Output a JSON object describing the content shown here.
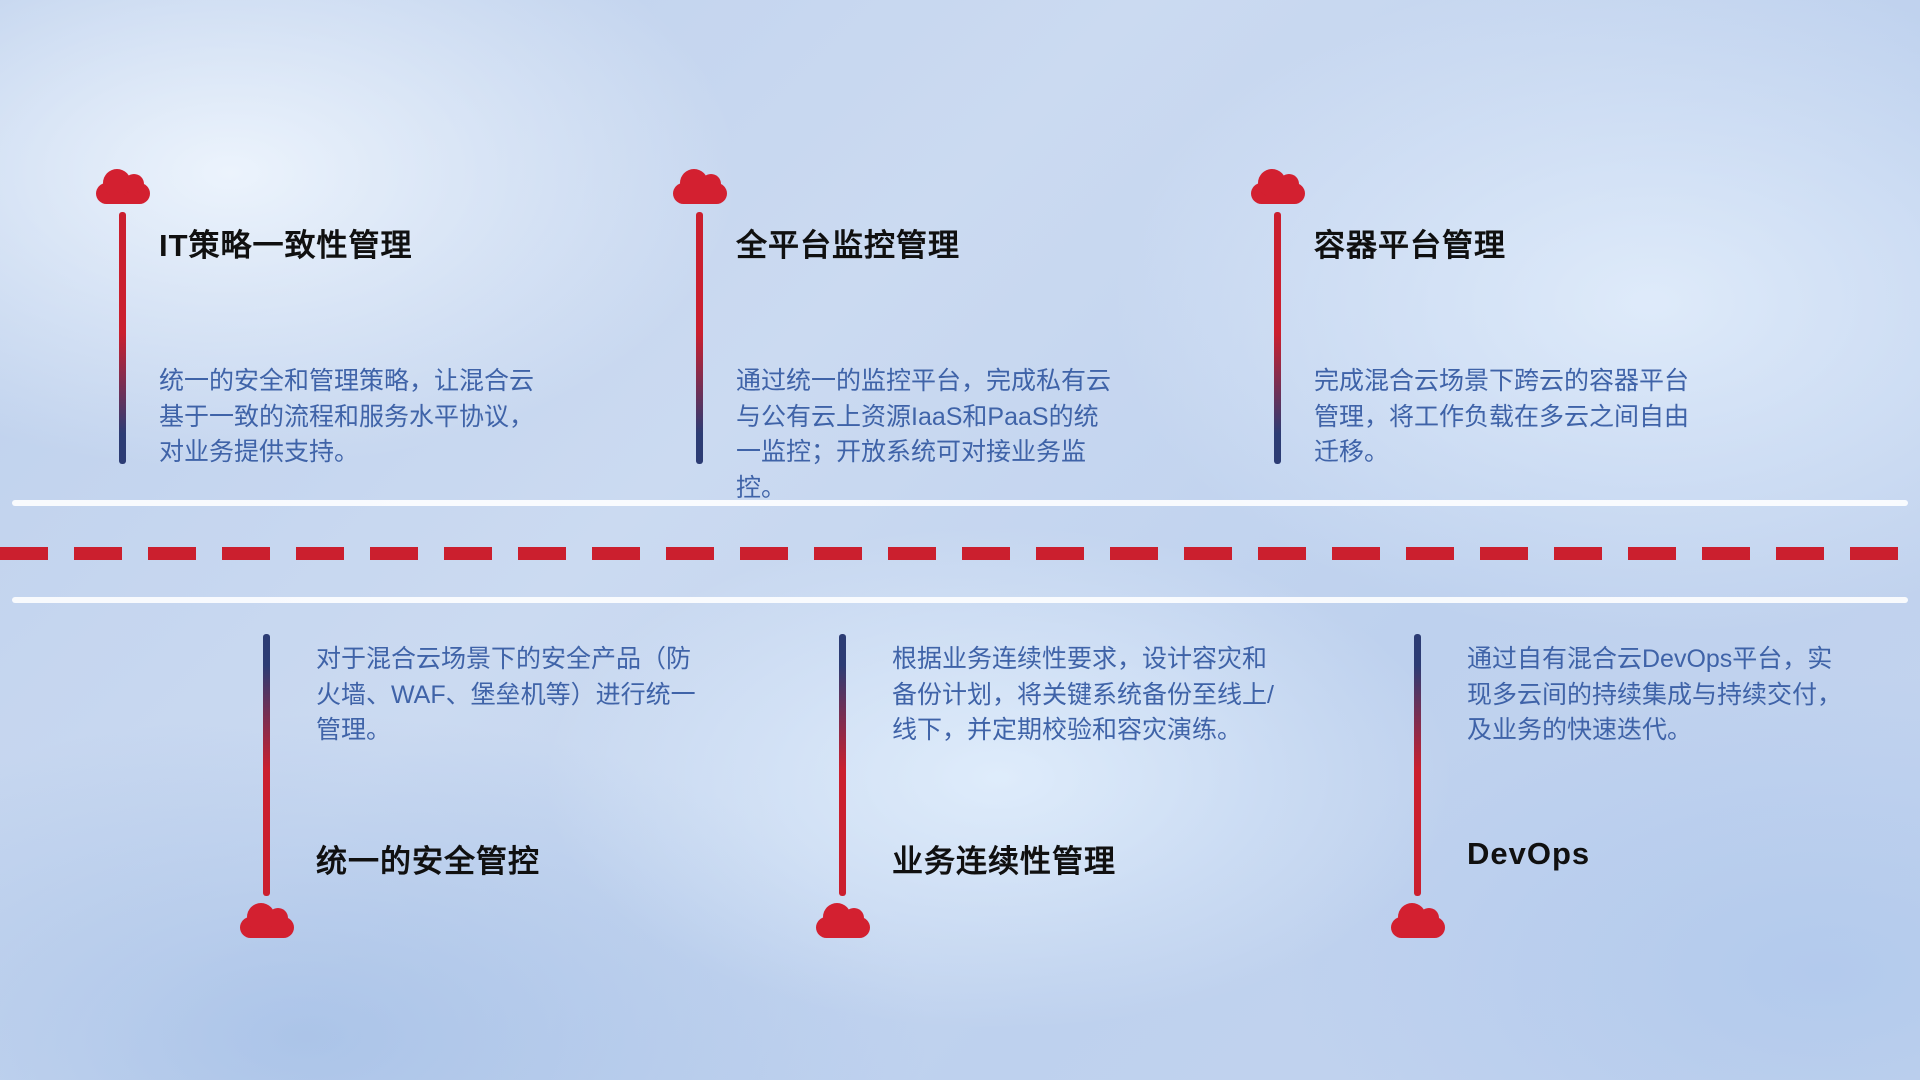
{
  "top_items": [
    {
      "icon": "cloud-icon",
      "title": "IT策略一致性管理",
      "description": "统一的安全和管理策略，让混合云基于一致的流程和服务水平协议，对业务提供支持。"
    },
    {
      "icon": "cloud-icon",
      "title": "全平台监控管理",
      "description": "通过统一的监控平台，完成私有云与公有云上资源IaaS和PaaS的统一监控；开放系统可对接业务监控。"
    },
    {
      "icon": "cloud-icon",
      "title": "容器平台管理",
      "description": "完成混合云场景下跨云的容器平台管理，将工作负载在多云之间自由迁移。"
    }
  ],
  "bottom_items": [
    {
      "icon": "cloud-icon",
      "description": "对于混合云场景下的安全产品（防火墙、WAF、堡垒机等）进行统一管理。",
      "title": "统一的安全管控"
    },
    {
      "icon": "cloud-icon",
      "description": "根据业务连续性要求，设计容灾和备份计划，将关键系统备份至线上/线下，并定期校验和容灾演练。",
      "title": "业务连续性管理"
    },
    {
      "icon": "cloud-icon",
      "description": "通过自有混合云DevOps平台，实现多云间的持续集成与持续交付，及业务的快速迭代。",
      "title": "DevOps"
    }
  ],
  "colors": {
    "accent_red": "#cb1f2e",
    "cloud_red": "#d32030",
    "accent_navy": "#2c3c74",
    "title_text": "#101010",
    "body_text": "#3f63a8"
  }
}
